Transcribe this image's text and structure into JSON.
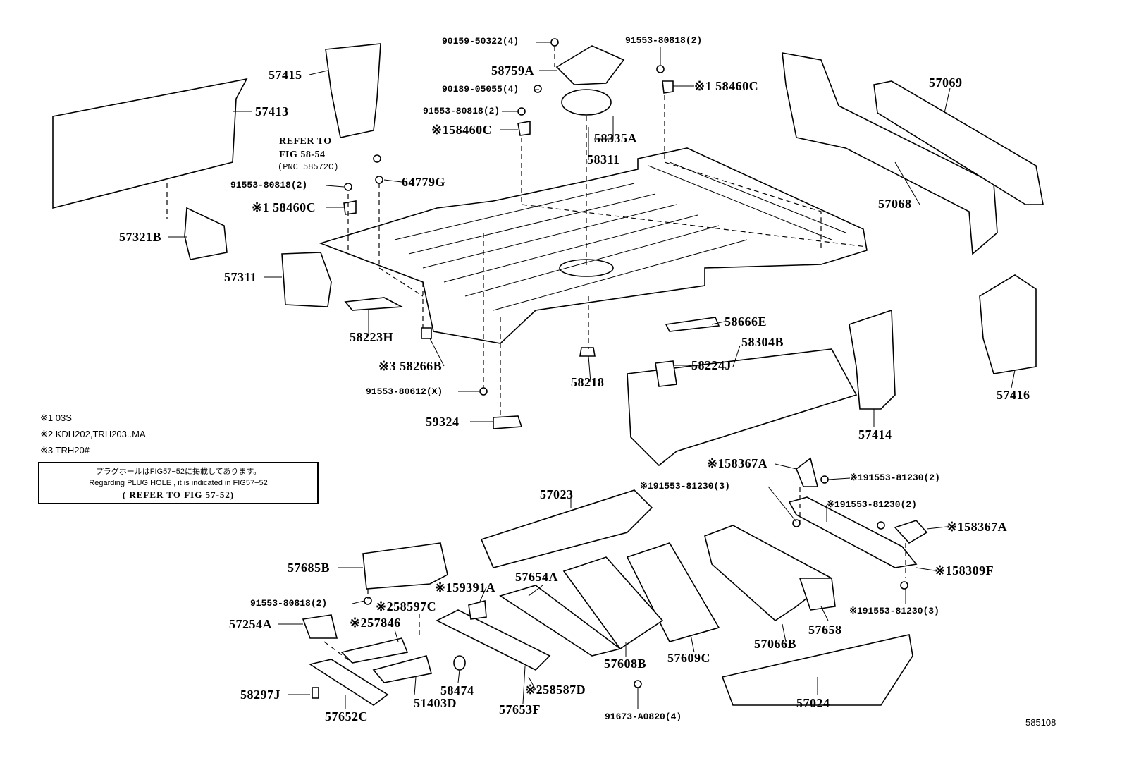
{
  "labels": {
    "p90159_50322": "90159-50322(4)",
    "p58759A": "58759A",
    "p90189_05055": "90189-05055(4)",
    "p91553_80818_a": "91553-80818(2)",
    "p58460C_a": "※158460C",
    "p58335A": "58335A",
    "p58311": "58311",
    "p91553_80818_b": "91553-80818(2)",
    "p58460C_b": "※1 58460C",
    "p57415": "57415",
    "p57413": "57413",
    "refer_1": "REFER TO",
    "refer_2": "FIG 58-54",
    "refer_3": "(PNC 58572C)",
    "p64779G": "64779G",
    "p91553_80818_c": "91553-80818(2)",
    "p58460C_c": "※1 58460C",
    "p57321B": "57321B",
    "p57311": "57311",
    "p57069": "57069",
    "p57068": "57068",
    "p58223H": "58223H",
    "p58266B": "※3 58266B",
    "p91553_80612": "91553-80612(X)",
    "p58218": "58218",
    "p58666E": "58666E",
    "p58304B": "58304B",
    "p58224J": "58224J",
    "p59324": "59324",
    "p57416": "57416",
    "p57414": "57414",
    "p58367A_a": "※158367A",
    "p91553_81230_a": "※191553-81230(2)",
    "p91553_81230_b": "※191553-81230(3)",
    "p91553_81230_c": "※191553-81230(2)",
    "p58367A_b": "※158367A",
    "p57023": "57023",
    "p58309F": "※158309F",
    "p91553_81230_d": "※191553-81230(3)",
    "p57685B": "57685B",
    "p59391A": "※159391A",
    "p57654A": "57654A",
    "p91553_80818_d": "91553-80818(2)",
    "p58597C": "※258597C",
    "p57254A": "57254A",
    "p57846": "※257846",
    "p57658": "57658",
    "p57066B": "57066B",
    "p57608B": "57608B",
    "p57609C": "57609C",
    "p58297J": "58297J",
    "p51403D": "51403D",
    "p58474": "58474",
    "p57653F": "57653F",
    "p58587D": "※258587D",
    "p91673_A0820": "91673-A0820(4)",
    "p57024": "57024",
    "p57652C": "57652C",
    "figure_id": "585108"
  },
  "notes": {
    "n1": "※1 03S",
    "n2": "※2 KDH202,TRH203..MA",
    "n3": "※3 TRH20#"
  },
  "plug_hole": {
    "jp": "プラグホールはFIG57−52に掲載してあります。",
    "en": "Regarding PLUG HOLE , it is indicated in FIG57−52",
    "ref": "( REFER TO FIG 57-52)"
  }
}
